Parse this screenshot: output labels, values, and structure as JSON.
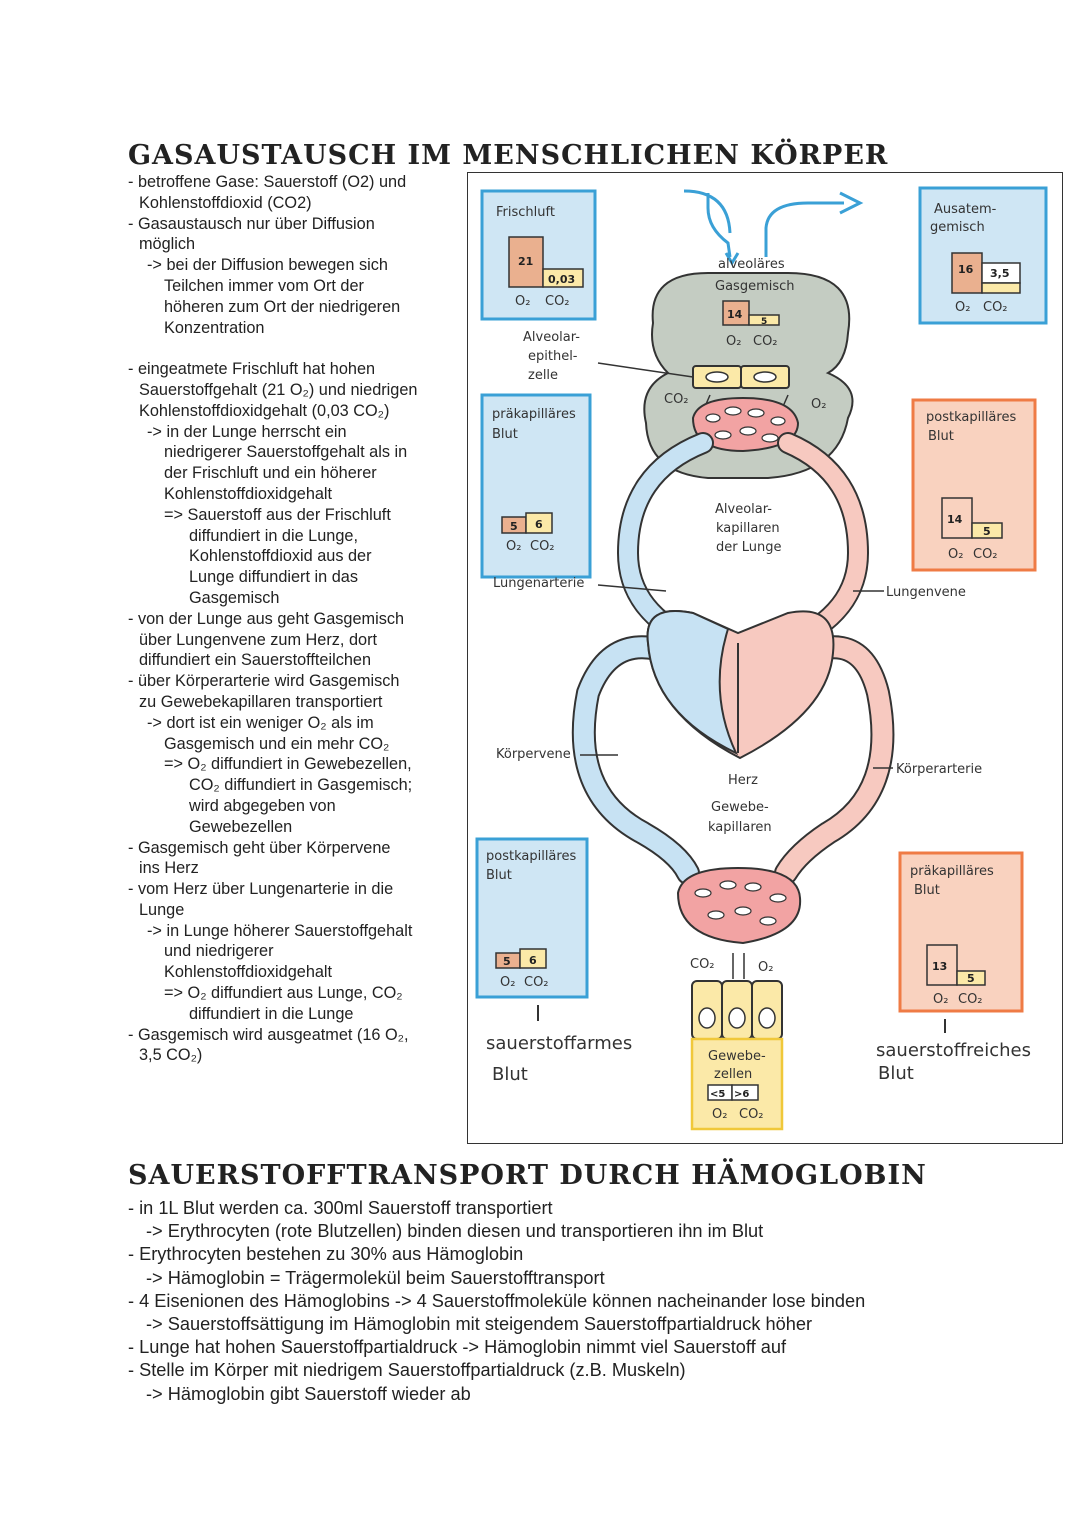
{
  "section1": {
    "title": "GASAUSTAUSCH IM MENSCHLICHEN KÖRPER",
    "lines": [
      {
        "indent": 0,
        "text": "- betroffene Gase: Sauerstoff (O2) und"
      },
      {
        "indent": 1,
        "text": "Kohlenstoffdioxid (CO2)"
      },
      {
        "indent": 0,
        "text": "- Gasaustausch nur über Diffusion"
      },
      {
        "indent": 1,
        "text": "möglich"
      },
      {
        "indent": 2,
        "text": "-> bei der Diffusion bewegen sich"
      },
      {
        "indent": 3,
        "text": "Teilchen immer vom Ort der"
      },
      {
        "indent": 3,
        "text": "höheren zum Ort der niedrigeren"
      },
      {
        "indent": 3,
        "text": "Konzentration"
      },
      {
        "indent": -1,
        "text": ""
      },
      {
        "indent": 0,
        "text": "- eingeatmete Frischluft hat hohen"
      },
      {
        "indent": 1,
        "text": "Sauerstoffgehalt (21 O₂) und niedrigen"
      },
      {
        "indent": 1,
        "text": "Kohlenstoffdioxidgehalt (0,03 CO₂)"
      },
      {
        "indent": 2,
        "text": "-> in der Lunge herrscht ein"
      },
      {
        "indent": 3,
        "text": "niedrigerer Sauerstoffgehalt als in"
      },
      {
        "indent": 3,
        "text": "der Frischluft und ein höherer"
      },
      {
        "indent": 3,
        "text": "Kohlenstoffdioxidgehalt"
      },
      {
        "indent": 3,
        "text": "=> Sauerstoff aus der Frischluft"
      },
      {
        "indent": 4,
        "text": "diffundiert in die Lunge,"
      },
      {
        "indent": 4,
        "text": "Kohlenstoffdioxid aus der"
      },
      {
        "indent": 4,
        "text": "Lunge diffundiert in das"
      },
      {
        "indent": 4,
        "text": "Gasgemisch"
      },
      {
        "indent": 0,
        "text": "- von der Lunge aus geht Gasgemisch"
      },
      {
        "indent": 1,
        "text": "über Lungenvene zum Herz, dort"
      },
      {
        "indent": 1,
        "text": "diffundiert ein Sauerstoffteilchen"
      },
      {
        "indent": 0,
        "text": "- über Körperarterie wird Gasgemisch"
      },
      {
        "indent": 1,
        "text": "zu Gewebekapillaren transportiert"
      },
      {
        "indent": 2,
        "text": "-> dort ist ein weniger O₂ als im"
      },
      {
        "indent": 3,
        "text": "Gasgemisch und ein mehr CO₂"
      },
      {
        "indent": 3,
        "text": "=> O₂ diffundiert in Gewebezellen,"
      },
      {
        "indent": 4,
        "text": "CO₂ diffundiert in Gasgemisch;"
      },
      {
        "indent": 4,
        "text": "wird abgegeben von"
      },
      {
        "indent": 4,
        "text": "Gewebezellen"
      },
      {
        "indent": 0,
        "text": "- Gasgemisch geht über Körpervene"
      },
      {
        "indent": 1,
        "text": "ins Herz"
      },
      {
        "indent": 0,
        "text": "- vom Herz über Lungenarterie in die"
      },
      {
        "indent": 1,
        "text": "Lunge"
      },
      {
        "indent": 2,
        "text": "-> in Lunge höherer Sauerstoffgehalt"
      },
      {
        "indent": 3,
        "text": "und niedrigerer"
      },
      {
        "indent": 3,
        "text": "Kohlenstoffdioxidgehalt"
      },
      {
        "indent": 3,
        "text": "=> O₂ diffundiert aus Lunge, CO₂"
      },
      {
        "indent": 4,
        "text": "diffundiert in die Lunge"
      },
      {
        "indent": 0,
        "text": "- Gasgemisch wird ausgeatmet (16 O₂,"
      },
      {
        "indent": 1,
        "text": "3,5 CO₂)"
      }
    ]
  },
  "section2": {
    "title": "SAUERSTOFFTRANSPORT DURCH HÄMOGLOBIN",
    "lines": [
      {
        "indent": 0,
        "text": "- in 1L Blut werden ca. 300ml Sauerstoff transportiert"
      },
      {
        "indent": 1,
        "text": "-> Erythrocyten (rote Blutzellen) binden diesen und transportieren ihn im Blut"
      },
      {
        "indent": 0,
        "text": "- Erythrocyten bestehen zu 30% aus Hämoglobin"
      },
      {
        "indent": 1,
        "text": "-> Hämoglobin = Trägermolekül beim Sauerstofftransport"
      },
      {
        "indent": 0,
        "text": "- 4 Eisenionen des Hämoglobins -> 4 Sauerstoffmoleküle können nacheinander lose binden"
      },
      {
        "indent": 1,
        "text": "-> Sauerstoffsättigung im Hämoglobin mit steigendem Sauerstoffpartialdruck höher"
      },
      {
        "indent": 0,
        "text": "- Lunge hat hohen Sauerstoffpartialdruck -> Hämoglobin nimmt viel Sauerstoff auf"
      },
      {
        "indent": 0,
        "text": "- Stelle im Körper mit niedrigem Sauerstoffpartialdruck (z.B. Muskeln)"
      },
      {
        "indent": 1,
        "text": "-> Hämoglobin gibt Sauerstoff wieder ab"
      }
    ]
  },
  "diagram": {
    "frischluft": {
      "title": "Frischluft",
      "o2": "21",
      "co2": "0,03",
      "o2_label": "O₂",
      "co2_label": "CO₂"
    },
    "ausatemgemisch": {
      "title_l1": "Ausatem-",
      "title_l2": "gemisch",
      "o2": "16",
      "co2": "3,5",
      "o2_label": "O₂",
      "co2_label": "CO₂"
    },
    "alveolar_gas": {
      "title_l1": "alveoläres",
      "title_l2": "Gasgemisch",
      "o2": "14",
      "co2": "5",
      "o2_label": "O₂",
      "co2_label": "CO₂"
    },
    "alveolar_epithel": {
      "l1": "Alveolar-",
      "l2": "epithel-",
      "l3": "zelle"
    },
    "co2_left": "CO₂",
    "o2_right": "O₂",
    "praekap_top": {
      "title_l1": "präkapilläres",
      "title_l2": "Blut",
      "o2": "5",
      "co2": "6",
      "o2_label": "O₂",
      "co2_label": "CO₂"
    },
    "postkap_top": {
      "title_l1": "postkapilläres",
      "title_l2": "Blut",
      "o2": "14",
      "co2": "5",
      "o2_label": "O₂",
      "co2_label": "CO₂"
    },
    "alveolar_kap": {
      "l1": "Alveolar-",
      "l2": "kapillaren",
      "l3": "der Lunge"
    },
    "lungenarterie": "Lungenarterie",
    "lungenvene": "Lungenvene",
    "koerpervene": "Körpervene",
    "koerperarterie": "Körperarterie",
    "herz": "Herz",
    "gewebe_kap": {
      "l1": "Gewebe-",
      "l2": "kapillaren"
    },
    "postkap_bottom": {
      "title_l1": "postkapilläres",
      "title_l2": "Blut",
      "o2": "5",
      "co2": "6",
      "o2_label": "O₂",
      "co2_label": "CO₂"
    },
    "praekap_bottom": {
      "title_l1": "präkapilläres",
      "title_l2": "Blut",
      "o2": "13",
      "co2": "5",
      "o2_label": "O₂",
      "co2_label": "CO₂"
    },
    "tissue_co2": "CO₂",
    "tissue_o2": "O₂",
    "gewebezellen": {
      "l1": "Gewebe-",
      "l2": "zellen",
      "o2": "<5",
      "co2": ">6",
      "o2_label": "O₂",
      "co2_label": "CO₂"
    },
    "sauerstoffarm": {
      "l1": "sauerstoffarmes",
      "l2": "Blut"
    },
    "sauerstoffreich": {
      "l1": "sauerstoffreiches",
      "l2": "Blut"
    },
    "colors": {
      "blue_box": "#cfe6f4",
      "blue_border": "#3aa0d6",
      "red_box": "#f9d2bf",
      "red_border": "#ef7b45",
      "vein": "#c7e2f3",
      "artery": "#f7c9c0",
      "lung": "#c4ccc2",
      "tissue": "#fbe9a8",
      "capillary": "#f2a3a3"
    }
  }
}
